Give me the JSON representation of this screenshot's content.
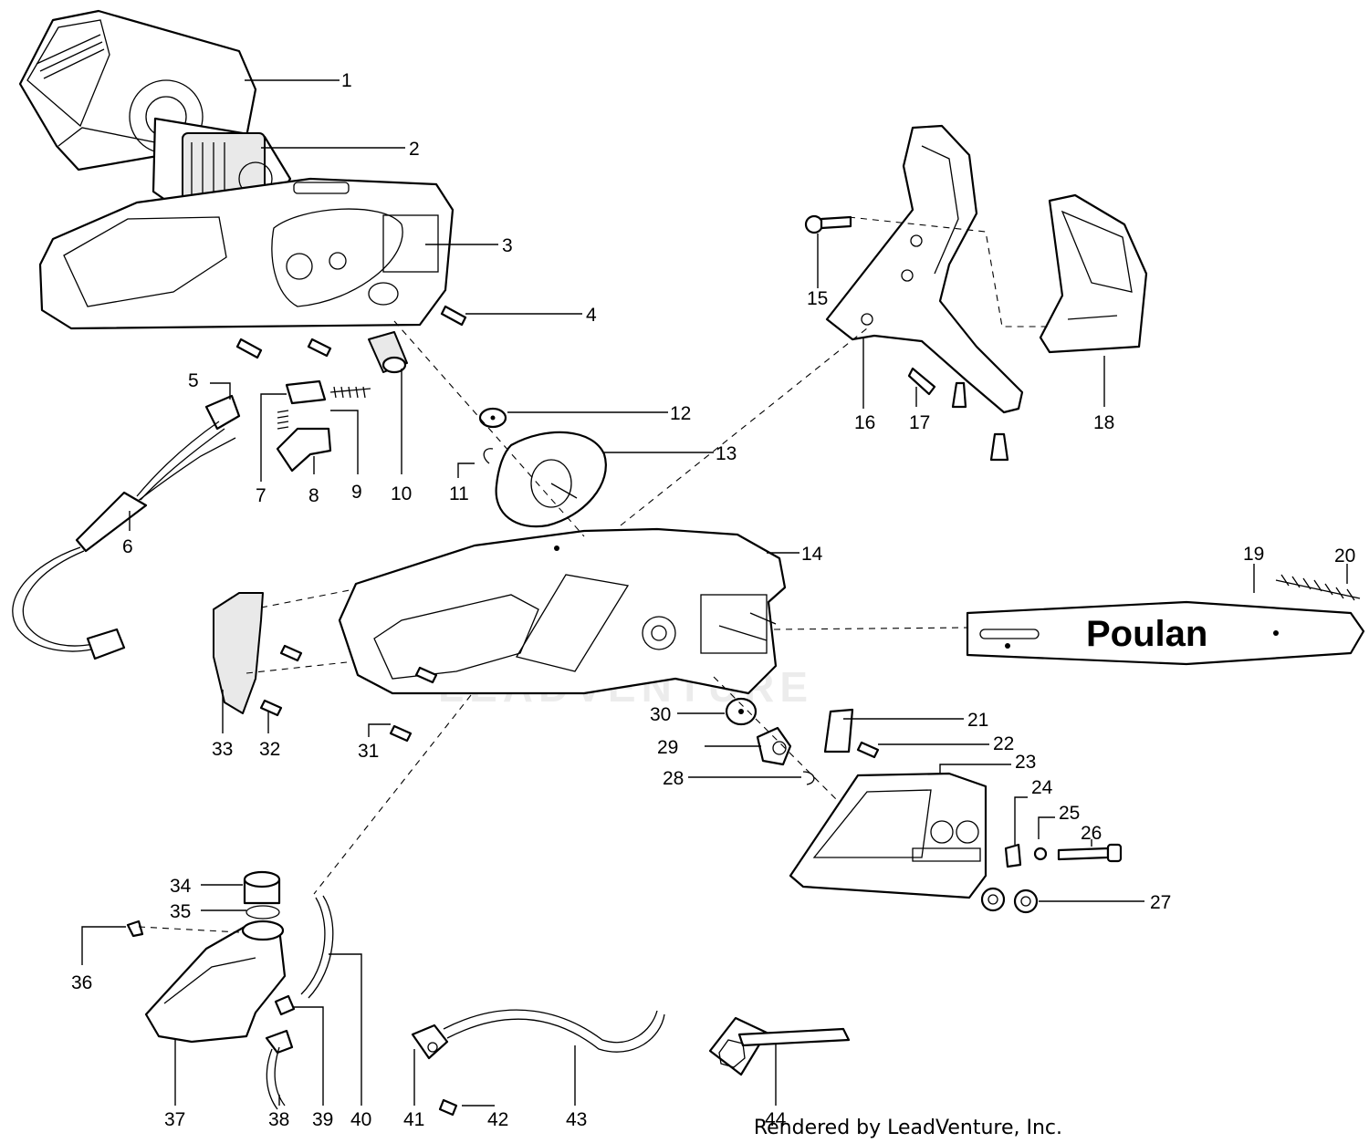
{
  "diagram": {
    "watermark": "LEADVENTURE",
    "bar_logo": "Poulan",
    "footer": "Rendered by LeadVenture, Inc.",
    "callouts": [
      {
        "id": "c1",
        "label": "1"
      },
      {
        "id": "c2",
        "label": "2"
      },
      {
        "id": "c3",
        "label": "3"
      },
      {
        "id": "c4",
        "label": "4"
      },
      {
        "id": "c5",
        "label": "5"
      },
      {
        "id": "c6",
        "label": "6"
      },
      {
        "id": "c7",
        "label": "7"
      },
      {
        "id": "c8",
        "label": "8"
      },
      {
        "id": "c9",
        "label": "9"
      },
      {
        "id": "c10",
        "label": "10"
      },
      {
        "id": "c11",
        "label": "11"
      },
      {
        "id": "c12",
        "label": "12"
      },
      {
        "id": "c13",
        "label": "13"
      },
      {
        "id": "c14",
        "label": "14"
      },
      {
        "id": "c15",
        "label": "15"
      },
      {
        "id": "c16",
        "label": "16"
      },
      {
        "id": "c17",
        "label": "17"
      },
      {
        "id": "c18",
        "label": "18"
      },
      {
        "id": "c19",
        "label": "19"
      },
      {
        "id": "c20",
        "label": "20"
      },
      {
        "id": "c21",
        "label": "21"
      },
      {
        "id": "c22",
        "label": "22"
      },
      {
        "id": "c23",
        "label": "23"
      },
      {
        "id": "c24",
        "label": "24"
      },
      {
        "id": "c25",
        "label": "25"
      },
      {
        "id": "c26",
        "label": "26"
      },
      {
        "id": "c27",
        "label": "27"
      },
      {
        "id": "c28",
        "label": "28"
      },
      {
        "id": "c29",
        "label": "29"
      },
      {
        "id": "c30",
        "label": "30"
      },
      {
        "id": "c31",
        "label": "31"
      },
      {
        "id": "c32",
        "label": "32"
      },
      {
        "id": "c33",
        "label": "33"
      },
      {
        "id": "c34",
        "label": "34"
      },
      {
        "id": "c35",
        "label": "35"
      },
      {
        "id": "c36",
        "label": "36"
      },
      {
        "id": "c37",
        "label": "37"
      },
      {
        "id": "c38",
        "label": "38"
      },
      {
        "id": "c39",
        "label": "39"
      },
      {
        "id": "c40",
        "label": "40"
      },
      {
        "id": "c41",
        "label": "41"
      },
      {
        "id": "c42",
        "label": "42"
      },
      {
        "id": "c43",
        "label": "43"
      },
      {
        "id": "c44",
        "label": "44"
      }
    ]
  }
}
